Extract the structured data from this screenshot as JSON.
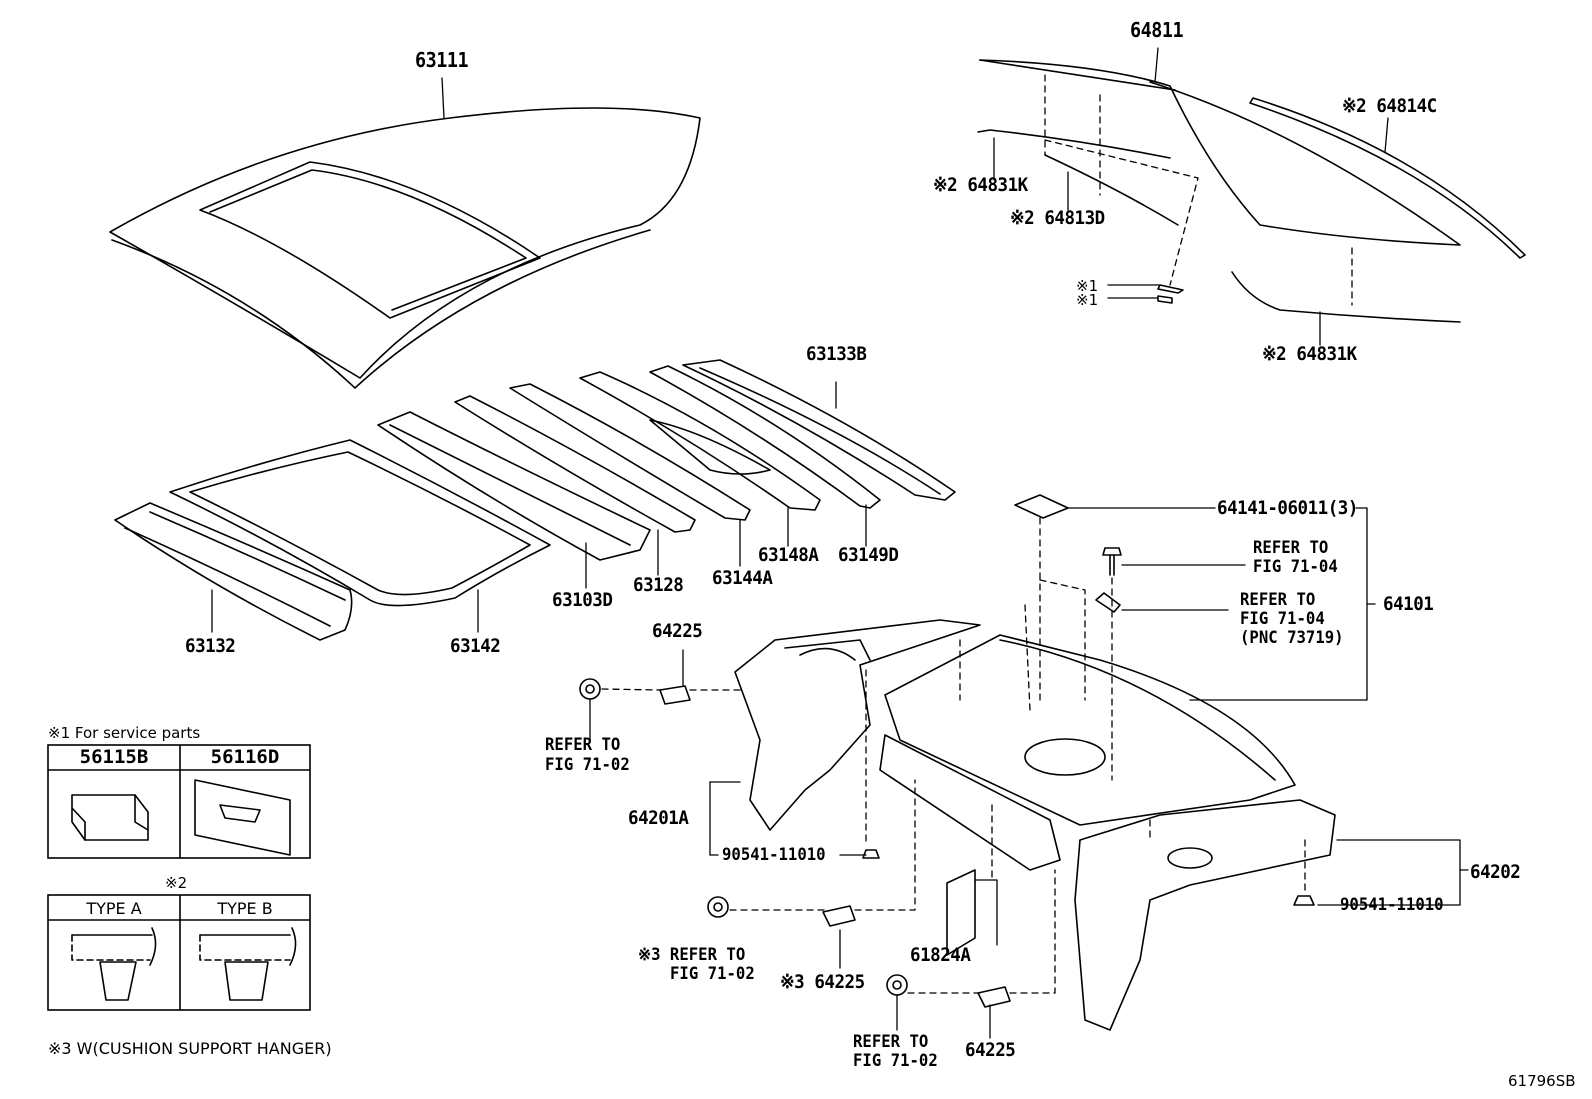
{
  "footer_code": "61796SB",
  "parts": {
    "p63111": "63111",
    "p64811": "64811",
    "p64814C": "※2 64814C",
    "p64831K_top": "※2 64831K",
    "p64813D": "※2 64813D",
    "p_note1a": "※1",
    "p_note1b": "※1",
    "p64831K_bottom": "※2 64831K",
    "p63133B": "63133B",
    "p63132": "63132",
    "p63142": "63142",
    "p63103D": "63103D",
    "p63128": "63128",
    "p63144A": "63144A",
    "p63148A": "63148A",
    "p63149D": "63149D",
    "p64141": "64141-06011(3)",
    "p64101": "64101",
    "p64225_a": "64225",
    "p64201A": "64201A",
    "p90541_a": "90541-11010",
    "p64202": "64202",
    "p90541_b": "90541-11010",
    "p64225_b": "※3 64225",
    "p61824A": "61824A",
    "p64225_c": "64225"
  },
  "refs": {
    "r1_line1": "REFER TO",
    "r1_line2": "FIG 71-04",
    "r2_line1": "REFER TO",
    "r2_line2": "FIG 71-04",
    "r2_line3": "(PNC 73719)",
    "r3_line1": "REFER TO",
    "r3_line2": "FIG 71-02",
    "r4_line1": "※3 REFER TO",
    "r4_line2": "FIG 71-02",
    "r5_line1": "REFER TO",
    "r5_line2": "FIG 71-02"
  },
  "legend": {
    "note1": "※1 For service parts",
    "table1_col1": "56115B",
    "table1_col2": "56116D",
    "note2": "※2",
    "table2_col1": "TYPE A",
    "table2_col2": "TYPE B",
    "note3": "※3 W(CUSHION SUPPORT HANGER)"
  }
}
